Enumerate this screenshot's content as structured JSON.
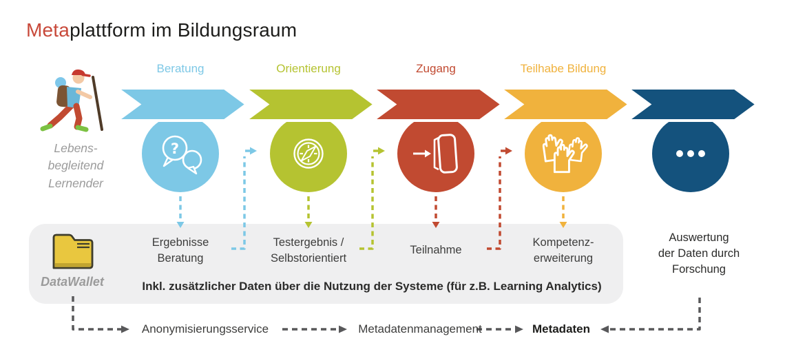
{
  "title": {
    "accent": "Meta",
    "rest": "plattform im Bildungsraum"
  },
  "learner_label": "Lebens-\nbegleitend\nLernender",
  "stages": [
    {
      "label": "Beratung",
      "color": "#7dc8e6",
      "icon": "speech-question-icon",
      "wallet_item": "Ergebnisse\nBeratung"
    },
    {
      "label": "Orientierung",
      "color": "#b5c331",
      "icon": "compass-icon",
      "wallet_item": "Testergebnis /\nSelbstorientiert"
    },
    {
      "label": "Zugang",
      "color": "#c14a31",
      "icon": "door-entry-icon",
      "wallet_item": "Teilnahme"
    },
    {
      "label": "Teilhabe Bildung",
      "color": "#f0b23d",
      "icon": "raised-hands-icon",
      "wallet_item": "Kompetenz-\nerweiterung"
    },
    {
      "label": "",
      "color": "#14527d",
      "icon": "ellipsis-icon",
      "wallet_item": ""
    }
  ],
  "data_wallet": {
    "name": "DataWallet",
    "icon": "folder-icon",
    "note": "Inkl. zusätzlicher Daten über die Nutzung der Systeme (für z.B. Learning Analytics)"
  },
  "research_label": "Auswertung\nder Daten durch\nForschung",
  "bottom_flow": {
    "items": [
      "Anonymisierungsservice",
      "Metadatenmanagement",
      "Metadaten"
    ]
  },
  "colors": {
    "accent_red": "#c8493a",
    "title_dark": "#1d1d1b",
    "box_bg": "#efeff0",
    "dash_gray": "#58585a",
    "muted_text": "#9b9b9b",
    "dark_text": "#2b2b2a"
  }
}
